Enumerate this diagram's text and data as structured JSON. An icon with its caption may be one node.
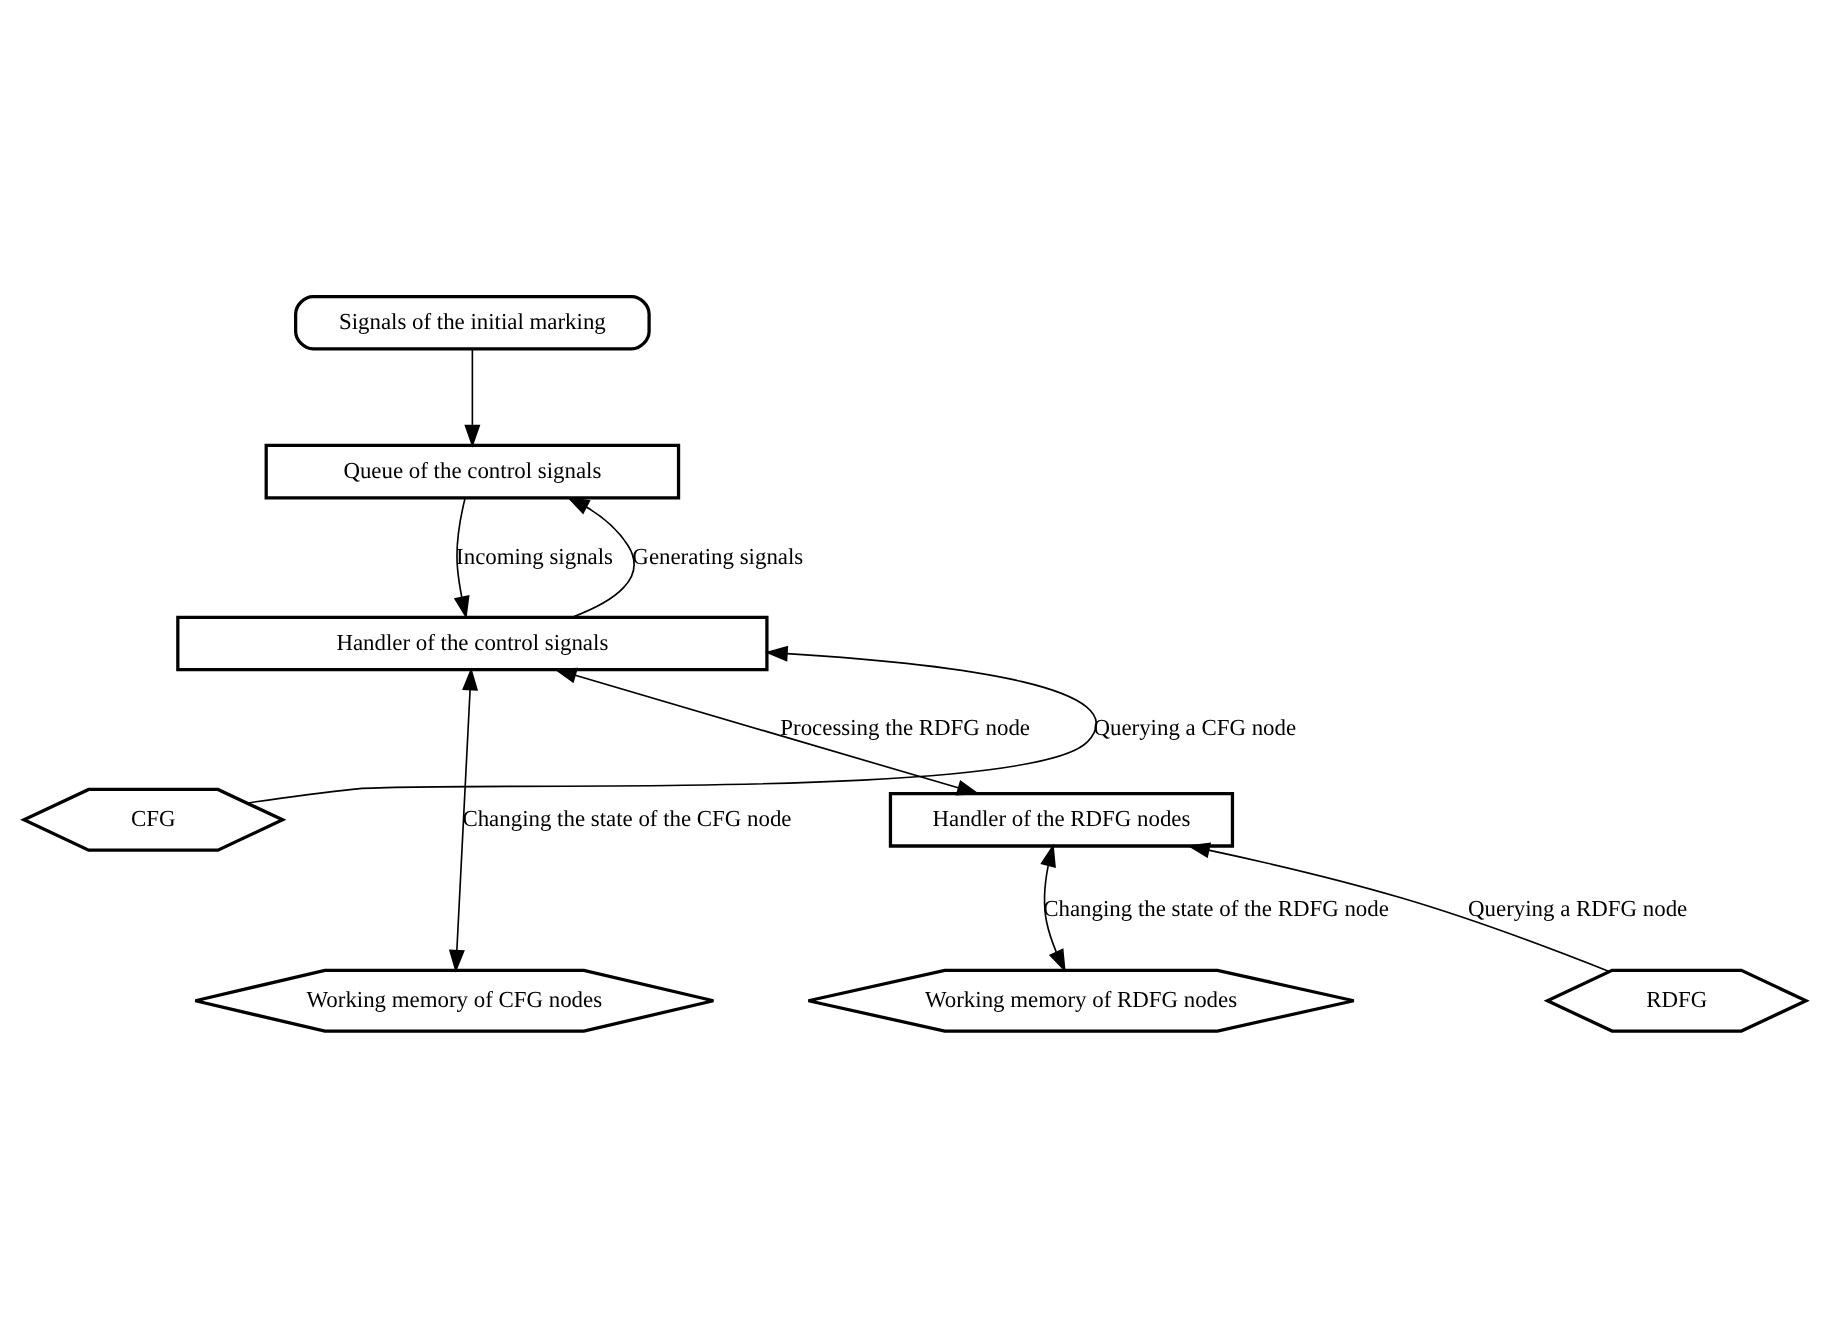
{
  "diagram": {
    "nodes": [
      {
        "text": [
          "Signals of the initial marking"
        ]
      },
      {
        "text": [
          "Queue of the control signals"
        ]
      },
      {
        "text": [
          "Handler of the control signals"
        ]
      },
      {
        "text": [
          "CFG"
        ]
      },
      {
        "text": [
          "Handler of the RDFG nodes"
        ]
      },
      {
        "text": [
          "Working memory of CFG nodes"
        ]
      },
      {
        "text": [
          "RDFG"
        ]
      },
      {
        "text": [
          "Working memory of RDFG nodes"
        ]
      }
    ],
    "edges": [
      {
        "from": 0,
        "to": 1,
        "arrow": "to"
      },
      {
        "from": 1,
        "to": 2,
        "arrow": "to",
        "label": "Incoming signals"
      },
      {
        "from": 2,
        "to": 1,
        "arrow": "to",
        "label": "Generating signals"
      },
      {
        "from": 3,
        "to": 2,
        "arrow": "to",
        "label": "Querying a CFG node"
      },
      {
        "from": 2,
        "to": 4,
        "arrow": "both",
        "label": "Processing the RDFG node"
      },
      {
        "from": 2,
        "to": 5,
        "arrow": "both",
        "label": "Changing the state of the CFG node"
      },
      {
        "from": 6,
        "to": 4,
        "arrow": "to",
        "label": "Querying a RDFG node"
      },
      {
        "from": 4,
        "to": 7,
        "arrow": "both",
        "label": "Changing the state of the RDFG node"
      }
    ]
  }
}
